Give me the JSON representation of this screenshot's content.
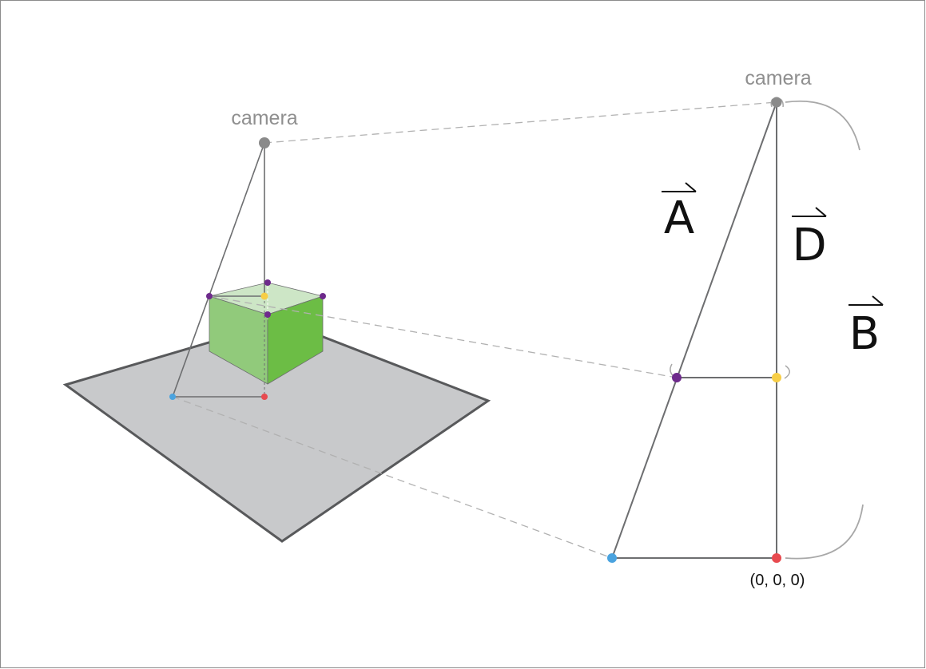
{
  "labels": {
    "camera_left": "camera",
    "camera_right": "camera",
    "vector_a": "A",
    "vector_d": "D",
    "vector_b": "B",
    "origin": "(0, 0, 0)"
  },
  "colors": {
    "plane_fill": "#c8c9cb",
    "plane_stroke": "#58595b",
    "cube_top": "#cde6c6",
    "cube_front": "#91ca7b",
    "cube_side": "#6cbd45",
    "line": "#6d6e70",
    "dashed": "#b1b1b1",
    "brace": "#a8a8a8",
    "camera_dot": "#8a8a8a",
    "purple_dot": "#6e2a8c",
    "yellow_dot": "#f7ce46",
    "blue_dot": "#4aa3df",
    "red_dot": "#e84a4f"
  },
  "icons": {
    "vector_arrow": "right-harpoon-arrow-icon"
  }
}
